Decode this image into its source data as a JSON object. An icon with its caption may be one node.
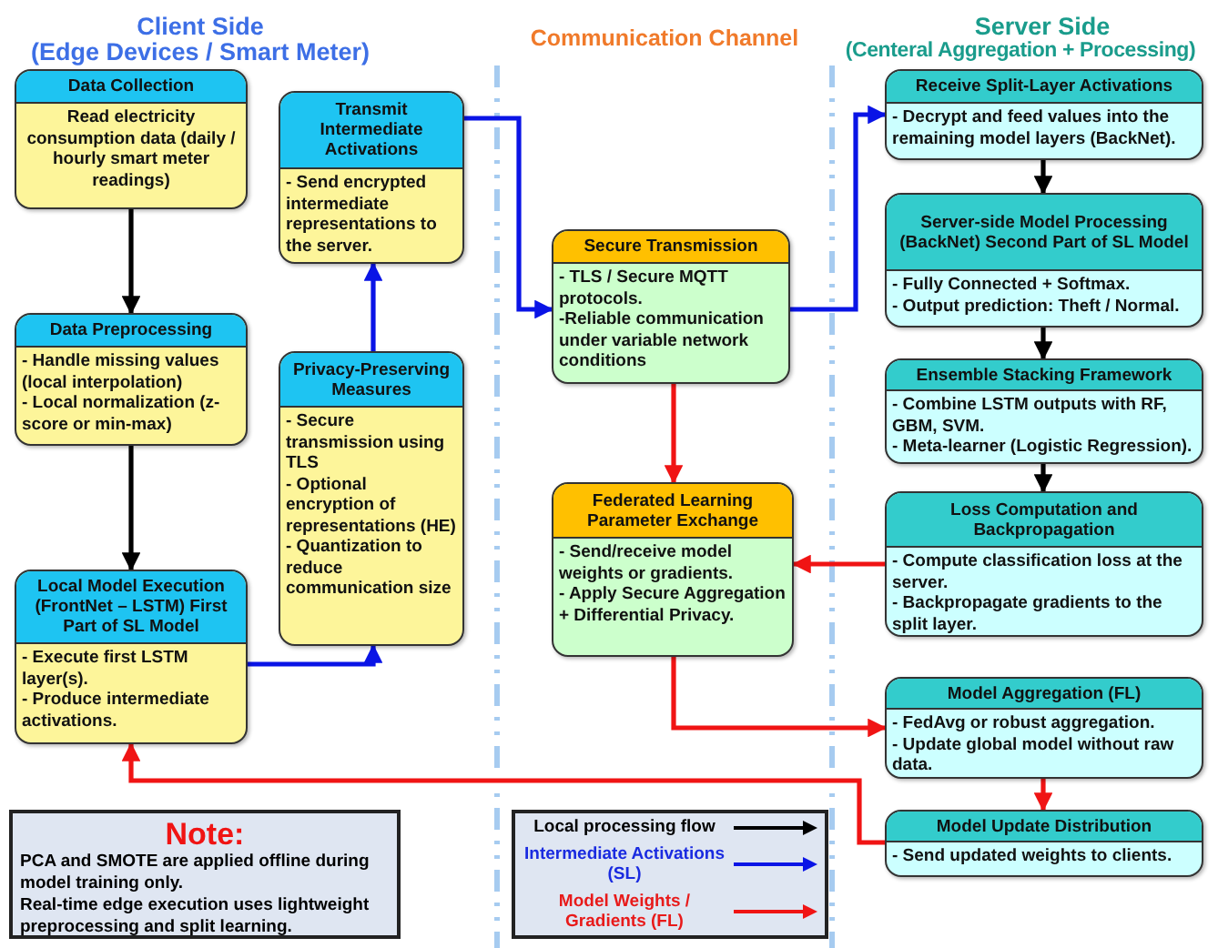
{
  "diagram": {
    "nodes": [
      {
        "text": [
          "Data Collection",
          "Read electricity consumption data (daily / hourly smart meter readings)"
        ]
      },
      {
        "text": [
          "Data Preprocessing",
          "- Handle missing values (local interpolation)",
          "- Local normalization (z-score or min-max)"
        ]
      },
      {
        "text": [
          "Local Model Execution (FrontNet – LSTM) First Part of SL Model",
          "- Execute first LSTM layer(s).",
          "- Produce intermediate activations."
        ]
      },
      {
        "text": [
          "Transmit Intermediate Activations",
          "- Send encrypted intermediate representations to the server."
        ]
      },
      {
        "text": [
          "Privacy-Preserving Measures",
          "- Secure transmission using TLS",
          "- Optional encryption of representations (HE)",
          "- Quantization to reduce communication size"
        ]
      },
      {
        "text": [
          "Secure Transmission",
          "- TLS / Secure MQTT protocols.",
          "-Reliable communication under variable network conditions"
        ]
      },
      {
        "text": [
          "Federated Learning Parameter Exchange",
          "- Send/receive model weights or gradients.",
          "- Apply Secure Aggregation + Differential Privacy."
        ]
      },
      {
        "text": [
          "Receive Split-Layer Activations",
          "- Decrypt and feed values into the remaining model layers (BackNet)."
        ]
      },
      {
        "text": [
          "Server-side Model Processing (BackNet) Second Part of SL Model",
          "- Fully Connected + Softmax.",
          "- Output prediction: Theft / Normal."
        ]
      },
      {
        "text": [
          "Ensemble Stacking Framework",
          "- Combine LSTM outputs with RF, GBM, SVM.",
          "- Meta-learner (Logistic Regression)."
        ]
      },
      {
        "text": [
          "Loss Computation and Backpropagation",
          "- Compute classification loss at the server.",
          "- Backpropagate gradients to the split layer."
        ]
      },
      {
        "text": [
          "Model Aggregation (FL)",
          "- FedAvg or robust aggregation.",
          "- Update global model without raw data."
        ]
      },
      {
        "text": [
          "Model Update Distribution",
          "- Send updated weights to clients."
        ]
      },
      {
        "text": [
          "Note:",
          "PCA and SMOTE are applied offline during model training only.",
          "Real-time edge execution uses lightweight preprocessing and split learning."
        ]
      }
    ],
    "edges": [
      {
        "from": 0,
        "to": 1,
        "arrow": "to"
      },
      {
        "from": 1,
        "to": 2,
        "arrow": "to"
      },
      {
        "from": 2,
        "to": 4,
        "arrow": "to",
        "color": "#0a14e6"
      },
      {
        "from": 4,
        "to": 3,
        "arrow": "to",
        "color": "#0a14e6"
      },
      {
        "from": 3,
        "to": 5,
        "arrow": "to",
        "color": "#0a14e6"
      },
      {
        "from": 5,
        "to": 7,
        "arrow": "to",
        "color": "#0a14e6"
      },
      {
        "from": 7,
        "to": 8,
        "arrow": "to"
      },
      {
        "from": 8,
        "to": 9,
        "arrow": "to"
      },
      {
        "from": 9,
        "to": 10,
        "arrow": "to"
      },
      {
        "from": 10,
        "to": 6,
        "arrow": "to",
        "color": "#f01414"
      },
      {
        "from": 5,
        "to": 6,
        "arrow": "to",
        "color": "#f01414"
      },
      {
        "from": 6,
        "to": 11,
        "arrow": "to",
        "color": "#f01414"
      },
      {
        "from": 11,
        "to": 12,
        "arrow": "to",
        "color": "#f01414"
      },
      {
        "from": 12,
        "to": 2,
        "arrow": "to",
        "color": "#f01414"
      }
    ],
    "labels": [
      "Client Side",
      "(Edge Devices / Smart Meter)",
      "Communication Channel",
      "Server Side",
      "(Centeral Aggregation + Processing)"
    ],
    "legend": [
      {
        "text": "Local processing flow"
      },
      {
        "text": "Intermediate Activations (SL)"
      },
      {
        "text": "Model Weights / Gradients (FL)"
      }
    ]
  }
}
